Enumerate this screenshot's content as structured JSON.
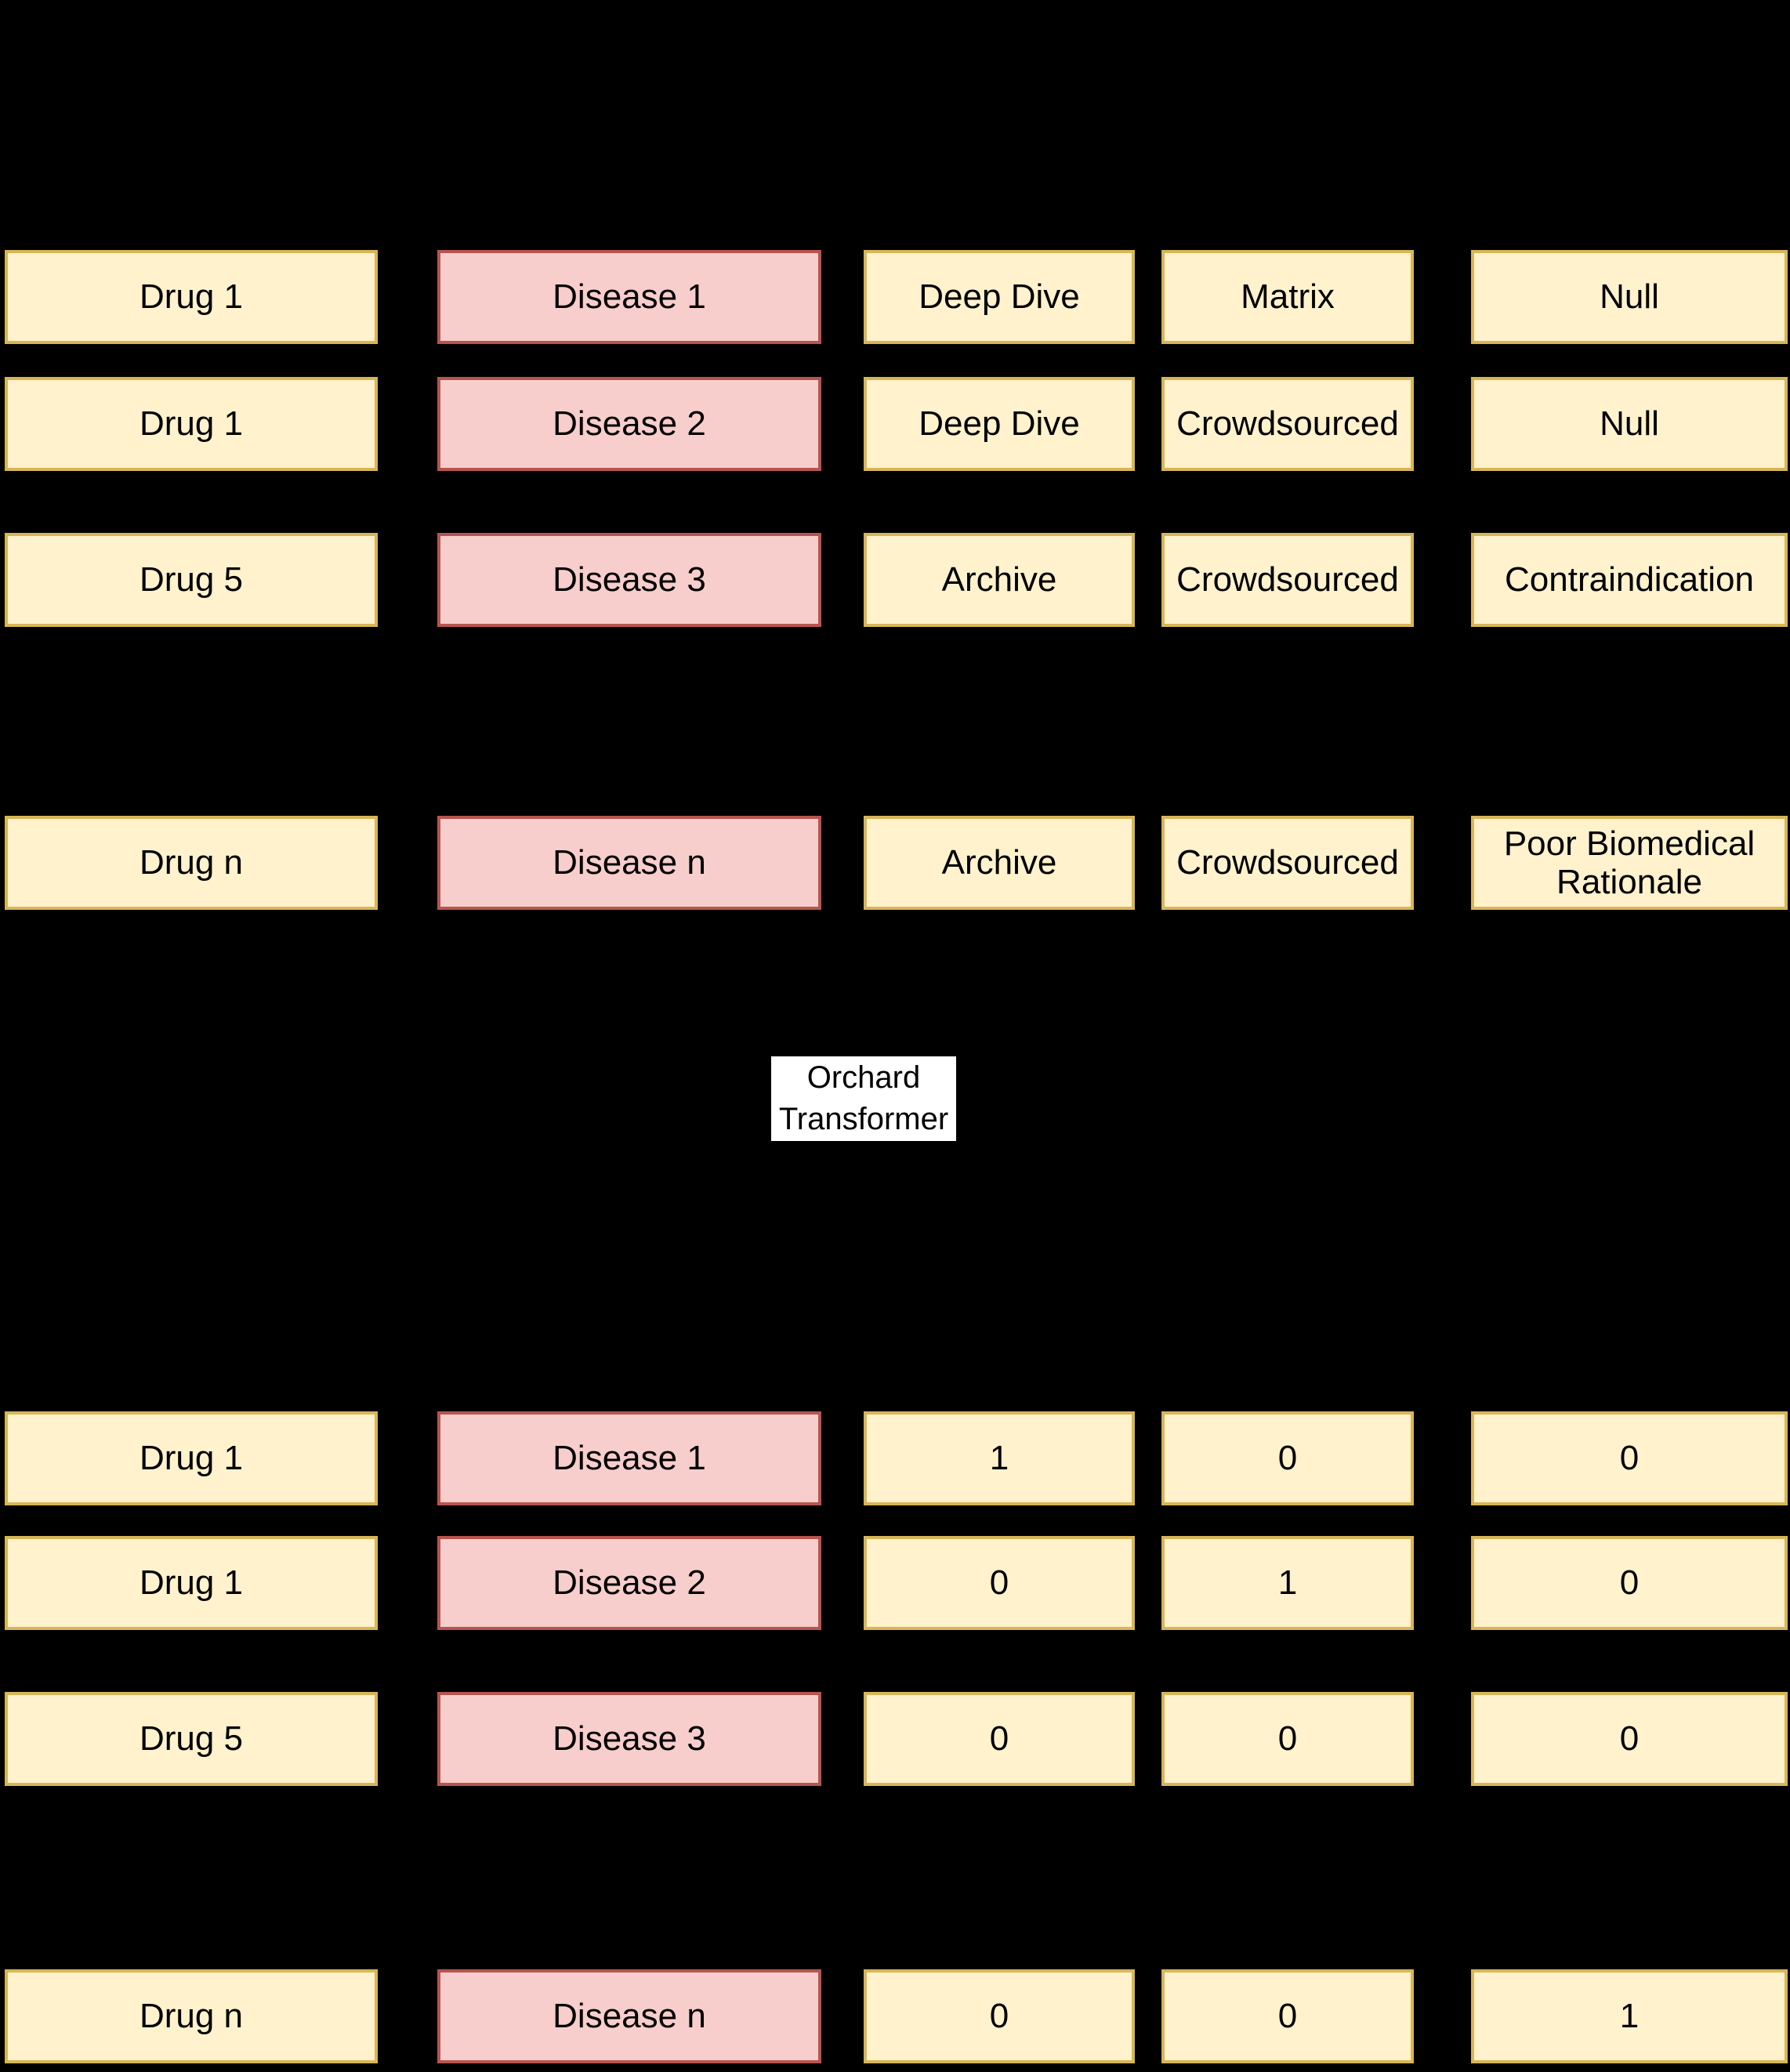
{
  "background_color": "#000000",
  "palette": {
    "drug_cell_fill": "#FFF2CC",
    "drug_cell_border": "#D6B656",
    "disease_cell_fill": "#F8CECC",
    "disease_cell_border": "#B85450",
    "transformer_background": "#FFFFFF",
    "text_color": "#000000"
  },
  "input_table": {
    "rows": [
      [
        "Drug 1",
        "Disease 1",
        "Deep Dive",
        "Matrix",
        "Null"
      ],
      [
        "Drug 1",
        "Disease 2",
        "Deep Dive",
        "Crowdsourced",
        "Null"
      ],
      [
        "Drug 5",
        "Disease 3",
        "Archive",
        "Crowdsourced",
        "Contraindication"
      ],
      [
        "Drug n",
        "Disease n",
        "Archive",
        "Crowdsourced",
        "Poor Biomedical Rationale"
      ]
    ]
  },
  "transformer": {
    "line1": "Orchard",
    "line2": "Transformer"
  },
  "output_table": {
    "rows": [
      [
        "Drug 1",
        "Disease 1",
        "1",
        "0",
        "0"
      ],
      [
        "Drug 1",
        "Disease 2",
        "0",
        "1",
        "0"
      ],
      [
        "Drug 5",
        "Disease 3",
        "0",
        "0",
        "0"
      ],
      [
        "Drug n",
        "Disease n",
        "0",
        "0",
        "1"
      ]
    ]
  }
}
